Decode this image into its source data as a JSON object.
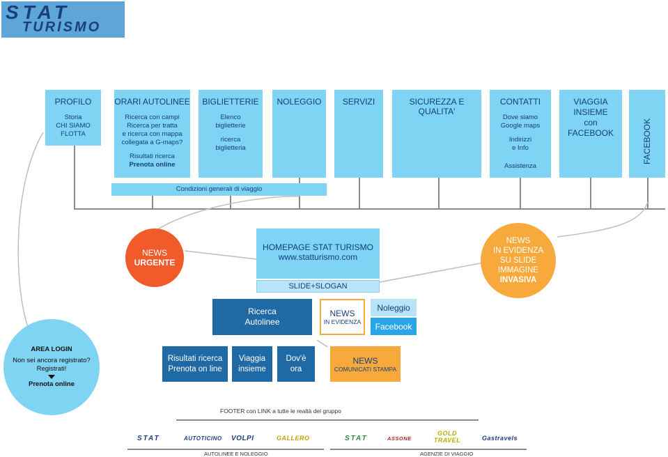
{
  "brand": {
    "line1": "STAT",
    "line2": "TURISMO"
  },
  "menu": [
    {
      "title": "PROFILO",
      "lines": [
        "Storia",
        "CHI SIAMO",
        "FLOTTA"
      ]
    },
    {
      "title": "ORARI AUTOLINEE",
      "lines": [
        "Ricerca con campi",
        "Ricerca per tratta",
        "e ricerca con mappa",
        "collegata a G-maps?"
      ],
      "lines2": [
        "Risultati ricerca"
      ],
      "bold": "Prenota online"
    },
    {
      "title": "BIGLIETTERIE",
      "lines": [
        "Elenco",
        "biglietterie"
      ],
      "lines2": [
        "ricerca",
        "biglietteria"
      ]
    },
    {
      "title": "NOLEGGIO"
    },
    {
      "title": "SERVIZI"
    },
    {
      "title": "SICUREZZA E QUALITA'"
    },
    {
      "title": "CONTATTI",
      "lines": [
        "Dove siamo",
        "Google maps"
      ],
      "lines2": [
        "Indirizzi",
        "e Info"
      ],
      "lines3": [
        "Assistenza"
      ]
    },
    {
      "title": "",
      "lines": [
        "VIAGGIA",
        "INSIEME",
        "con",
        "FACEBOOK"
      ]
    },
    {
      "title": "FACEBOOK"
    }
  ],
  "conditions": "Condizioni generali di viaggio",
  "news_urgent": {
    "line1": "NEWS",
    "line2": "URGENTE"
  },
  "homepage": {
    "line1": "HOMEPAGE STAT TURISMO",
    "line2": "www.statturismo.com",
    "slogan": "SLIDE+SLOGAN"
  },
  "news_slide": {
    "lines": [
      "NEWS",
      "IN EVIDENZA",
      "SU SLIDE",
      "IMMAGINE"
    ],
    "bold": "INVASIVA"
  },
  "ricerca": {
    "line1": "Ricerca",
    "line2": "Autolinee"
  },
  "news_evidenza": {
    "line1": "NEWS",
    "line2": "IN EVIDENZA"
  },
  "noleggio": "Noleggio",
  "facebook": "Facebook",
  "login": {
    "title": "AREA LOGIN",
    "line1": "Non sei ancora registrato?",
    "line2": "Registrati!",
    "bold": "Prenota online"
  },
  "risultati": {
    "line1": "Risultati ricerca",
    "line2": "Prenota on line"
  },
  "viaggia": {
    "line1": "Viaggia",
    "line2": "insieme"
  },
  "dove": {
    "line1": "Dov'è",
    "line2": "ora"
  },
  "news_comunicati": {
    "line1": "NEWS",
    "line2": "COMUNICATI STAMPA"
  },
  "footer": "FOOTER con LINK a tutte le realtà del gruppo",
  "logos_left": [
    "STAT",
    "AUTOTICINO",
    "VOLPI",
    "GALLERO"
  ],
  "logos_right": [
    "STAT",
    "ASSONE",
    "GOLD TRAVEL",
    "Gastravels"
  ],
  "label_left": "AUTOLINEE E NOLEGGIO",
  "label_right": "AGENZIE DI VIAGGIO",
  "colors": {
    "light_blue": "#7fd3f3",
    "dark_blue": "#1f6aa5",
    "orange_red": "#f15a2b",
    "orange": "#f7a93b",
    "pale_blue": "#b9e4f7",
    "logo_bg": "#5ea6d8"
  }
}
